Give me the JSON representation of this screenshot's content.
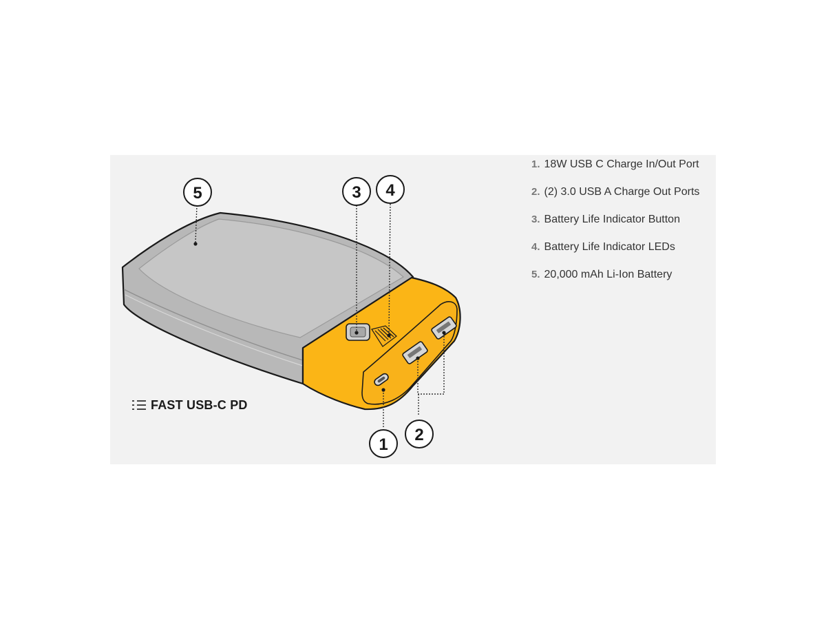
{
  "legend": [
    {
      "num": "1.",
      "text": "18W USB C Charge In/Out Port"
    },
    {
      "num": "2.",
      "text": "(2) 3.0 USB A Charge Out Ports"
    },
    {
      "num": "3.",
      "text": "Battery Life Indicator Button"
    },
    {
      "num": "4.",
      "text": "Battery Life Indicator LEDs"
    },
    {
      "num": "5.",
      "text": "20,000 mAh Li-Ion Battery"
    }
  ],
  "callouts": {
    "c1": "1",
    "c2": "2",
    "c3": "3",
    "c4": "4",
    "c5": "5"
  },
  "badge": {
    "text": "FAST USB-C PD",
    "icon": "fast-charge-lines-icon"
  },
  "colors": {
    "panel_background": "#f2f2f2",
    "body_gray": "#b8b8b8",
    "accent_yellow": "#fbb516",
    "outline": "#1a1a1a",
    "legend_text": "#333333",
    "legend_number": "#777777"
  }
}
